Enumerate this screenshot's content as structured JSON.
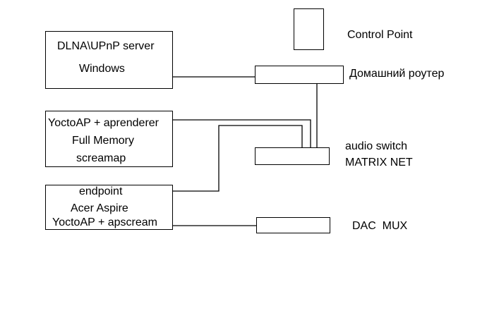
{
  "nodes": {
    "dlna_server": {
      "line1": "DLNA\\UPnP server",
      "line2": "Windows"
    },
    "yocto_renderer": {
      "line1": "YoctoAP + aprenderer",
      "line2": "Full Memory",
      "line3": "screamap"
    },
    "endpoint": {
      "line1": "endpoint",
      "line2": "Acer Aspire",
      "line3": "YoctoAP + apscream"
    },
    "control_point": {
      "label": "Control Point"
    },
    "router": {
      "label": "Домашний роутер"
    },
    "audio_switch": {
      "line1": "audio switch",
      "line2": "MATRIX NET"
    },
    "dac_mux": {
      "label": "DAC  MUX"
    }
  }
}
